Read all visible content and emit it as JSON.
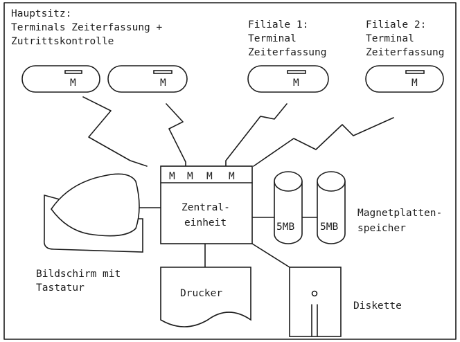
{
  "labels": {
    "hauptsitz": [
      "Hauptsitz:",
      "Terminals Zeiterfassung +",
      "Zutrittskontrolle"
    ],
    "filiale1": [
      "Filiale 1:",
      "Terminal",
      "Zeiterfassung"
    ],
    "filiale2": [
      "Filiale 2:",
      "Terminal",
      "Zeiterfassung"
    ],
    "terminal_marker": "M",
    "cpu_slots": [
      "M",
      "M",
      "M",
      "M"
    ],
    "cpu": [
      "Zentral-",
      "einheit"
    ],
    "disk_capacity": [
      "5MB",
      "5MB"
    ],
    "disk_store": [
      "Magnetplatten-",
      "speicher"
    ],
    "screen": [
      "Bildschirm mit",
      "Tastatur"
    ],
    "printer": "Drucker",
    "floppy": "Diskette"
  }
}
